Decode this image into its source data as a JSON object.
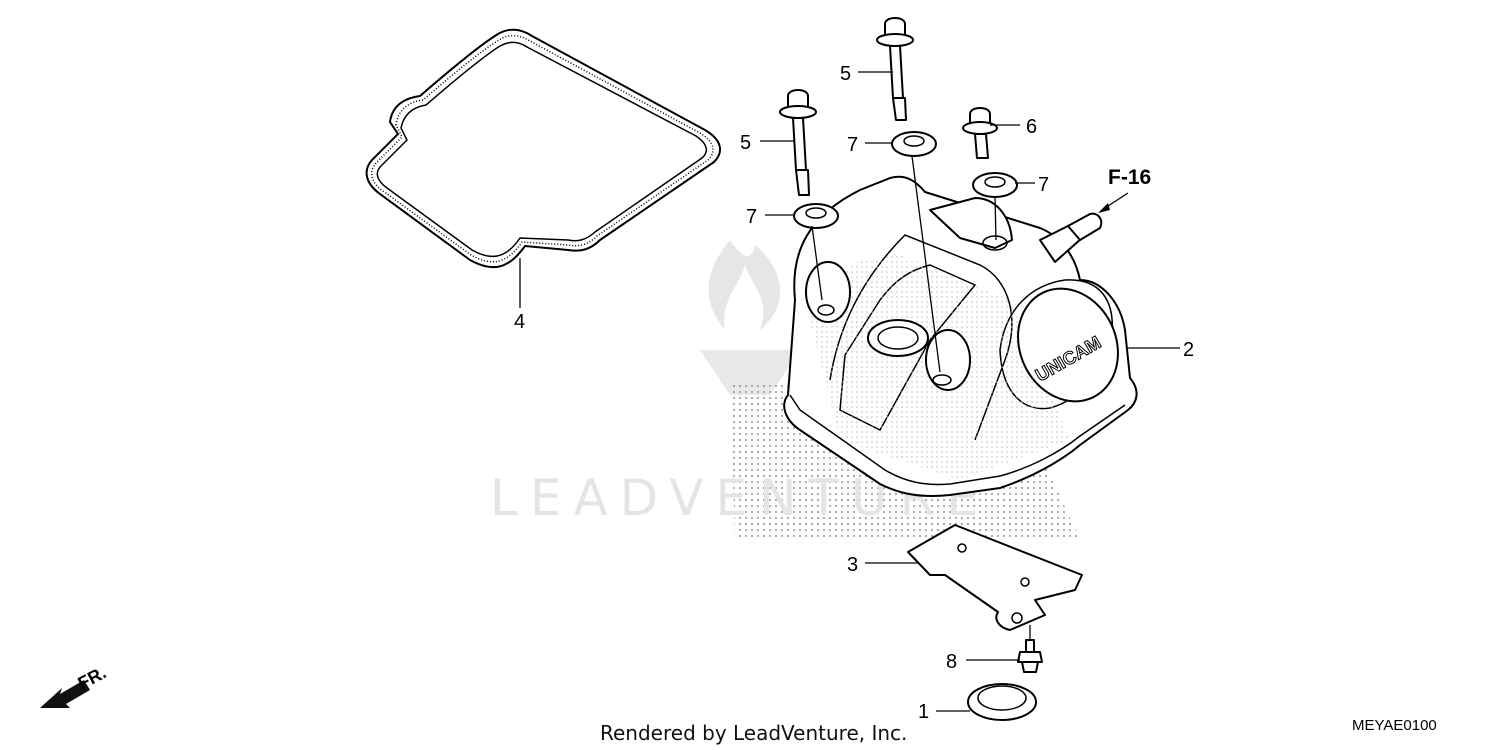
{
  "diagram": {
    "watermark_text": "LEADVENTURE",
    "credit": "Rendered by LeadVenture, Inc.",
    "diagram_code": "MEYAE0100",
    "reference_label": "F-16",
    "front_label": "FR.",
    "cover_logo": "UNICAM",
    "callouts": [
      {
        "id": "c1",
        "label": "1"
      },
      {
        "id": "c2",
        "label": "2"
      },
      {
        "id": "c3",
        "label": "3"
      },
      {
        "id": "c4",
        "label": "4"
      },
      {
        "id": "c5a",
        "label": "5"
      },
      {
        "id": "c5b",
        "label": "5"
      },
      {
        "id": "c6",
        "label": "6"
      },
      {
        "id": "c7a",
        "label": "7"
      },
      {
        "id": "c7b",
        "label": "7"
      },
      {
        "id": "c7c",
        "label": "7"
      },
      {
        "id": "c8",
        "label": "8"
      }
    ]
  }
}
